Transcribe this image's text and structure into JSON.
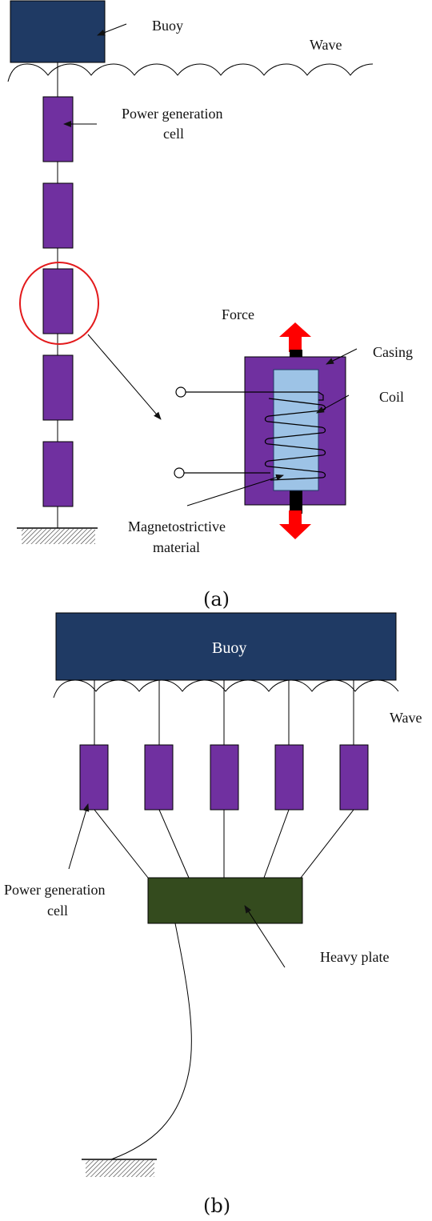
{
  "panel_a": {
    "caption": "(a)",
    "labels": {
      "buoy": "Buoy",
      "wave": "Wave",
      "power_cell_line1": "Power generation",
      "power_cell_line2": "cell",
      "force": "Force",
      "casing": "Casing",
      "coil": "Coil",
      "magneto_line1": "Magnetostrictive",
      "magneto_line2": "material"
    }
  },
  "panel_b": {
    "caption": "(b)",
    "labels": {
      "buoy": "Buoy",
      "wave": "Wave",
      "power_cell_line1": "Power generation",
      "power_cell_line2": "cell",
      "heavy_plate": "Heavy plate"
    }
  },
  "colors": {
    "buoy": "#1f3a64",
    "cell": "#7030a0",
    "core": "#9dc3e6",
    "plate": "#344b1e",
    "arrow": "#ff0000",
    "highlight_circle": "#e31a1c"
  }
}
